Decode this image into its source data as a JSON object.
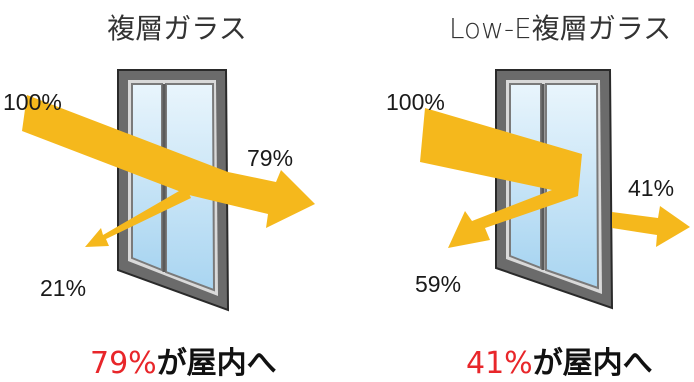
{
  "panels": [
    {
      "title": "複層ガラス",
      "incoming": "100%",
      "transmitted": "79%",
      "reflected": "21%",
      "summary_value": "79%",
      "summary_text": "が屋内へ"
    },
    {
      "title": "Low-E複層ガラス",
      "incoming": "100%",
      "transmitted": "41%",
      "reflected": "59%",
      "summary_value": "41%",
      "summary_text": "が屋内へ"
    }
  ],
  "colors": {
    "arrow": "#f5b81c",
    "highlight": "#e8262a",
    "frame": "#6b6b6b",
    "glass": "#b9def4"
  }
}
